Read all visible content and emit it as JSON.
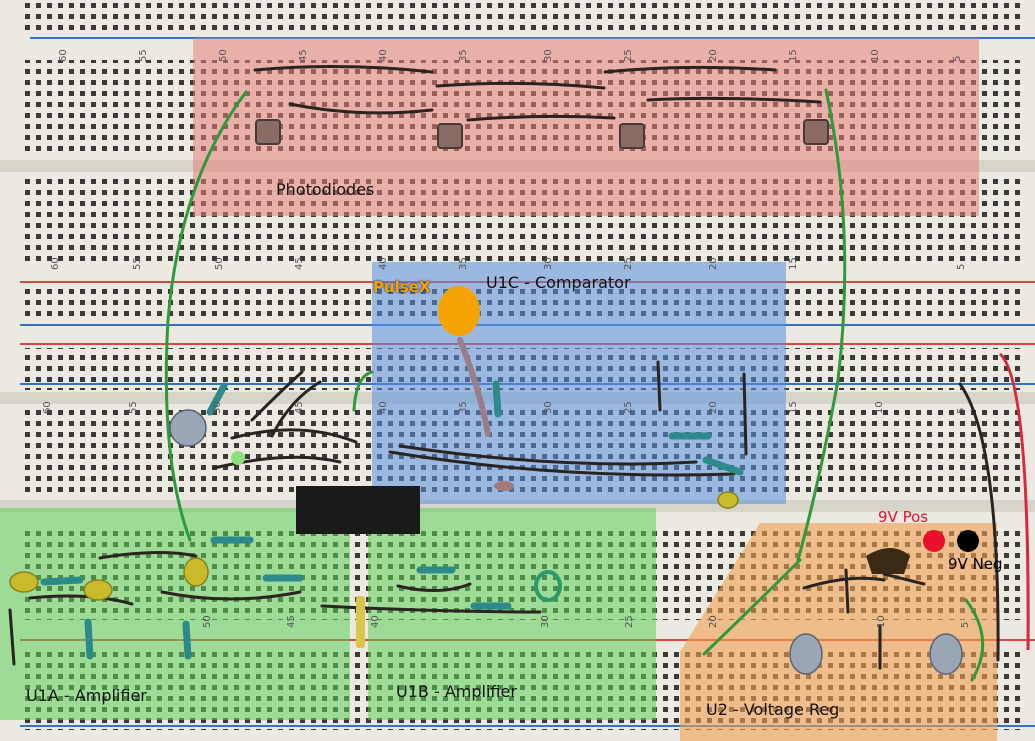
{
  "regions": {
    "photodiodes": "Photodiodes",
    "comparator": "U1C - Comparator",
    "amp_a": "U1A - Amplifier",
    "amp_b": "U1B - Amplifier",
    "vreg": "U2 - Voltage Reg"
  },
  "markers": {
    "pulse": "PulseX",
    "pos": "9V Pos",
    "neg": "9V Neg"
  },
  "column_numbers": {
    "top_strip": [
      "60",
      "55",
      "50",
      "45",
      "40",
      "35",
      "30",
      "25",
      "20",
      "15",
      "10",
      "5"
    ],
    "middle_strip": [
      "60",
      "55",
      "50",
      "45",
      "40",
      "35",
      "30",
      "25",
      "20",
      "15",
      "5"
    ],
    "lower_strip": [
      "60",
      "55",
      "50",
      "45",
      "40",
      "35",
      "30",
      "25",
      "20",
      "15",
      "10",
      "5"
    ],
    "bottom_strip": [
      "50",
      "45",
      "40",
      "30",
      "25",
      "20",
      "10",
      "5"
    ]
  },
  "colors": {
    "photodiodes_zone": "#e8807a",
    "comparator_zone": "#5a8fe0",
    "amplifier_zone": "#5fcf5a",
    "vreg_zone": "#f0a052",
    "pulse_dot": "#f4a300",
    "pos_dot": "#e8102a",
    "neg_dot": "#000000"
  }
}
